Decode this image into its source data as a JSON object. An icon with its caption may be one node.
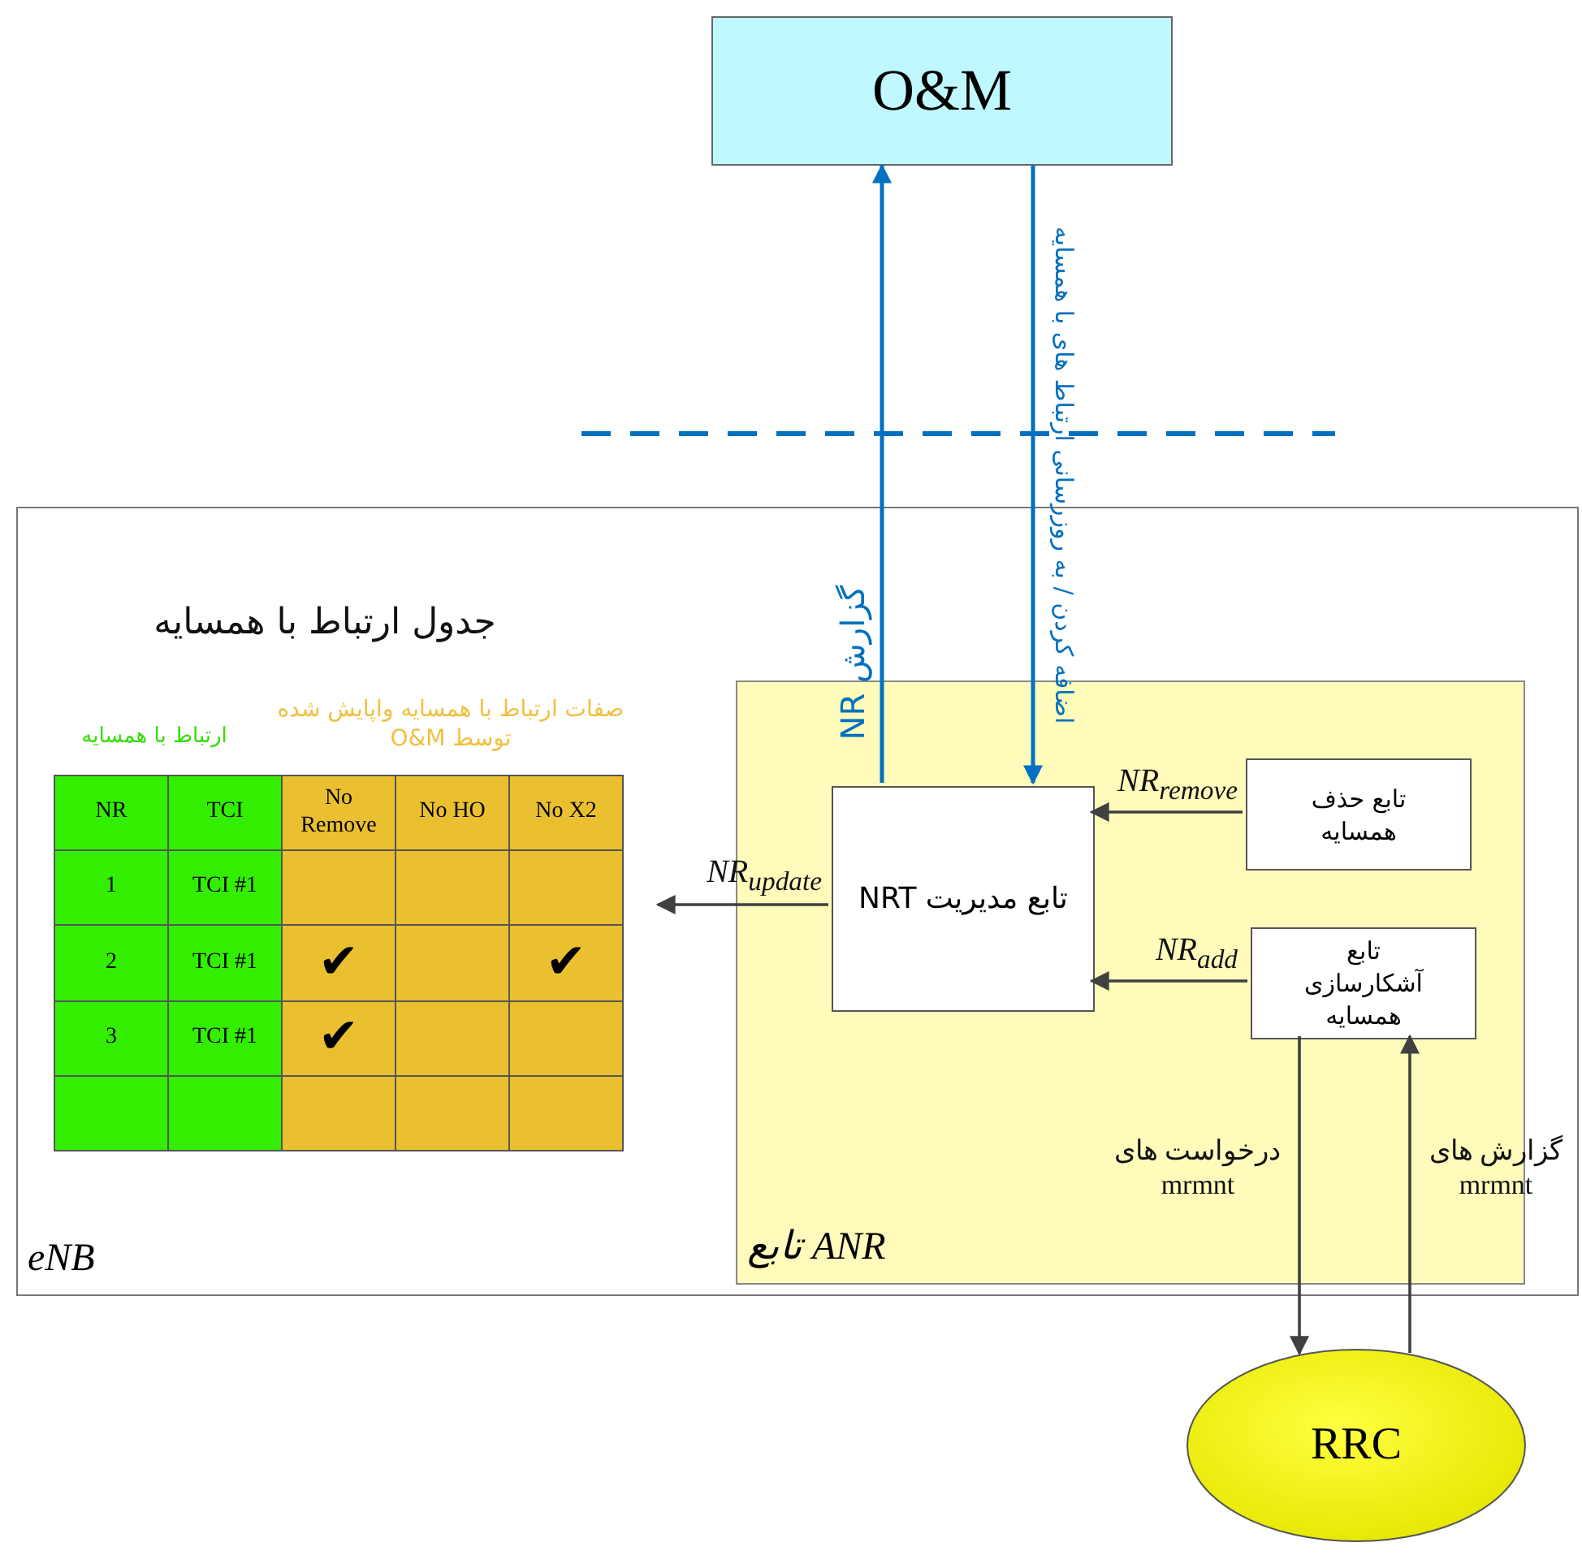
{
  "diagram": {
    "nodes": [
      {
        "text": [
          "O&M"
        ]
      },
      {
        "text": [
          "eNB"
        ]
      },
      {
        "text": [
          "تابع ANR"
        ],
        "in": 1
      },
      {
        "text": [
          "تابع مدیریت NRT"
        ],
        "in": 2
      },
      {
        "text": [
          "تابع حذف همسایه"
        ],
        "in": 2
      },
      {
        "text": [
          "تابع آشکارسازی همسایه"
        ],
        "in": 2
      },
      {
        "text": [
          "RRC"
        ]
      }
    ],
    "edges": [
      {
        "from": 3,
        "to": 0,
        "arrow": "to",
        "label": "گزارش NR",
        "color": "#0070c0"
      },
      {
        "from": 0,
        "to": 3,
        "arrow": "to",
        "label": "اضافه کردن / به روزرسانی ارتباط های با همسایه",
        "color": "#0070c0"
      },
      {
        "from": 4,
        "to": 3,
        "arrow": "to",
        "label": "NR$_{remove}$"
      },
      {
        "from": 5,
        "to": 3,
        "arrow": "to",
        "label": "NR$_{add}$"
      },
      {
        "from": 3,
        "to": null,
        "arrow": "to",
        "label": "NR$_{update}$"
      },
      {
        "from": 5,
        "to": 6,
        "arrow": "to",
        "label": "درخواست های mrmnt"
      },
      {
        "from": 6,
        "to": 5,
        "arrow": "to",
        "label": "گزارش های mrmnt"
      }
    ],
    "labels": [
      "جدول ارتباط با همسایه",
      "صفات ارتباط با همسایه واپایش شده توسط O&M",
      "ارتباط با همسایه",
      "NR",
      "TCI",
      "No Remove",
      "No HO",
      "No X2",
      "1",
      "TCI #1",
      "2",
      "TCI #1",
      "✔",
      "✔",
      "3",
      "TCI #1",
      "✔"
    ]
  }
}
